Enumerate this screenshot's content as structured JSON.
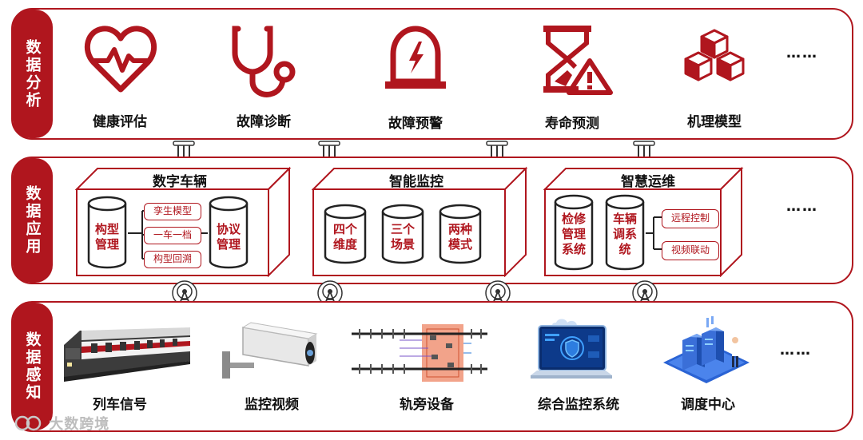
{
  "colors": {
    "accent": "#b0161e",
    "tech_blue": "#1e6fd9"
  },
  "layers": {
    "analysis": {
      "label": "数据分析",
      "items": [
        {
          "label": "健康评估",
          "icon": "heart-pulse-icon"
        },
        {
          "label": "故障诊断",
          "icon": "stethoscope-icon"
        },
        {
          "label": "故障预警",
          "icon": "alarm-light-icon"
        },
        {
          "label": "寿命预测",
          "icon": "hourglass-warning-icon"
        },
        {
          "label": "机理模型",
          "icon": "cubes-icon"
        }
      ],
      "more": "……"
    },
    "application": {
      "label": "数据应用",
      "boxes": [
        {
          "title": "数字车辆",
          "cylinders": [
            "构型\n管理",
            "协议\n管理"
          ],
          "tags": [
            "孪生模型",
            "一车一档",
            "构型回溯"
          ]
        },
        {
          "title": "智能监控",
          "cylinders": [
            "四个\n维度",
            "三个\n场景",
            "两种\n模式"
          ]
        },
        {
          "title": "智慧运维",
          "cylinders": [
            "检修\n管理\n系统",
            "车辆\n调系\n统"
          ],
          "tags": [
            "远程控制",
            "视频联动"
          ]
        }
      ],
      "more": "……"
    },
    "perception": {
      "label": "数据感知",
      "items": [
        {
          "label": "列车信号",
          "icon": "train-icon"
        },
        {
          "label": "监控视频",
          "icon": "cctv-camera-icon"
        },
        {
          "label": "轨旁设备",
          "icon": "trackside-diagram-icon"
        },
        {
          "label": "综合监控系统",
          "icon": "laptop-shield-icon"
        },
        {
          "label": "调度中心",
          "icon": "dispatch-center-icon"
        }
      ],
      "more": "……"
    }
  },
  "watermark": "大数跨境"
}
